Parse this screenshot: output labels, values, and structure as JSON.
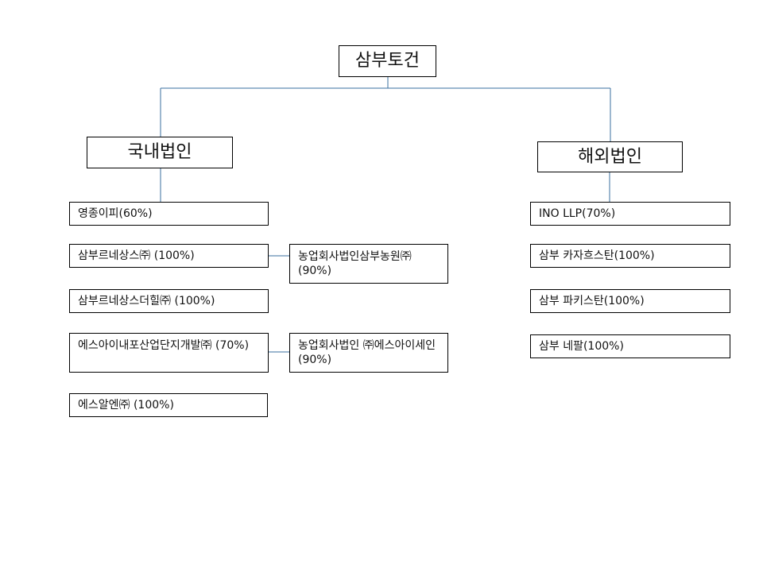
{
  "root": {
    "label": "삼부토건"
  },
  "domestic": {
    "label": "국내법인",
    "items": [
      {
        "label": "영종이피(60%)"
      },
      {
        "label": "삼부르네상스㈜ (100%)"
      },
      {
        "label": "삼부르네상스더힐㈜ (100%)"
      },
      {
        "label": "에스아이내포산업단지개발㈜ (70%)"
      },
      {
        "label": "에스알엔㈜ (100%)"
      }
    ],
    "sub": [
      {
        "label": "농업회사법인삼부농원㈜ (90%)"
      },
      {
        "label": "농업회사법인 ㈜에스아이세인 (90%)"
      }
    ]
  },
  "overseas": {
    "label": "해외법인",
    "items": [
      {
        "label": "INO LLP(70%)"
      },
      {
        "label": "삼부 카자흐스탄(100%)"
      },
      {
        "label": "삼부 파키스탄(100%)"
      },
      {
        "label": "삼부 네팔(100%)"
      }
    ]
  },
  "colors": {
    "connector": "#3a6f9f",
    "border": "#000000"
  }
}
